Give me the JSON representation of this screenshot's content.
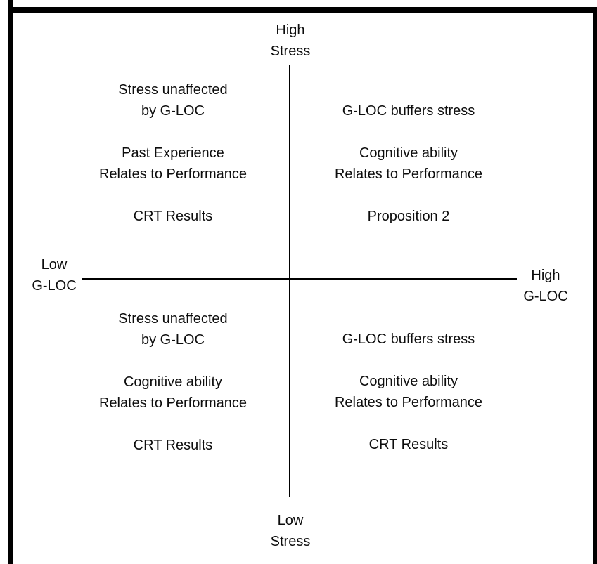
{
  "colors": {
    "frame": "#000000",
    "axis_line": "#000000",
    "text": "#0d0d0d",
    "background": "#ffffff"
  },
  "axes": {
    "top_label": {
      "line1": "High",
      "line2": "Stress"
    },
    "bottom_label": {
      "line1": "Low",
      "line2": "Stress"
    },
    "left_label": {
      "line1": "Low",
      "line2": "G-LOC"
    },
    "right_label": {
      "line1": "High",
      "line2": "G-LOC"
    }
  },
  "quadrants": {
    "top_left": {
      "blocks": [
        [
          "Stress unaffected",
          "by G-LOC"
        ],
        [
          "Past Experience",
          "Relates to Performance"
        ],
        [
          "CRT Results"
        ]
      ]
    },
    "top_right": {
      "blocks": [
        [
          "G-LOC buffers stress"
        ],
        [
          "Cognitive ability",
          "Relates to Performance"
        ],
        [
          "Proposition 2"
        ]
      ]
    },
    "bottom_left": {
      "blocks": [
        [
          "Stress unaffected",
          "by G-LOC"
        ],
        [
          "Cognitive ability",
          "Relates to Performance"
        ],
        [
          "CRT Results"
        ]
      ]
    },
    "bottom_right": {
      "blocks": [
        [
          "G-LOC buffers stress"
        ],
        [
          "Cognitive ability",
          "Relates to Performance"
        ],
        [
          "CRT Results"
        ]
      ]
    }
  }
}
